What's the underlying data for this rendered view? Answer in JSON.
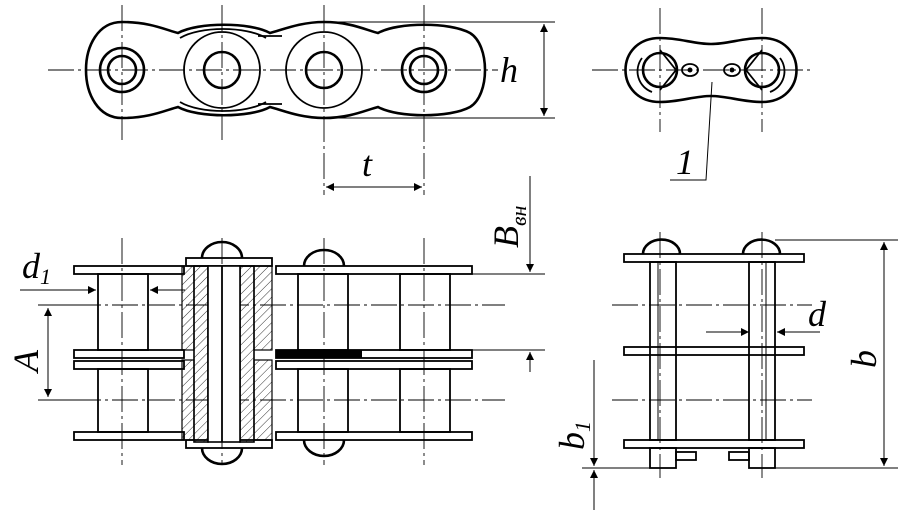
{
  "labels": {
    "h": "h",
    "t": "t",
    "pos1": "1",
    "b_vn_main": "B",
    "b_vn_sub": "вн",
    "d1_main": "d",
    "d1_sub": "1",
    "A": "A",
    "d": "d",
    "b": "b",
    "b1_main": "b",
    "b1_sub": "1"
  }
}
